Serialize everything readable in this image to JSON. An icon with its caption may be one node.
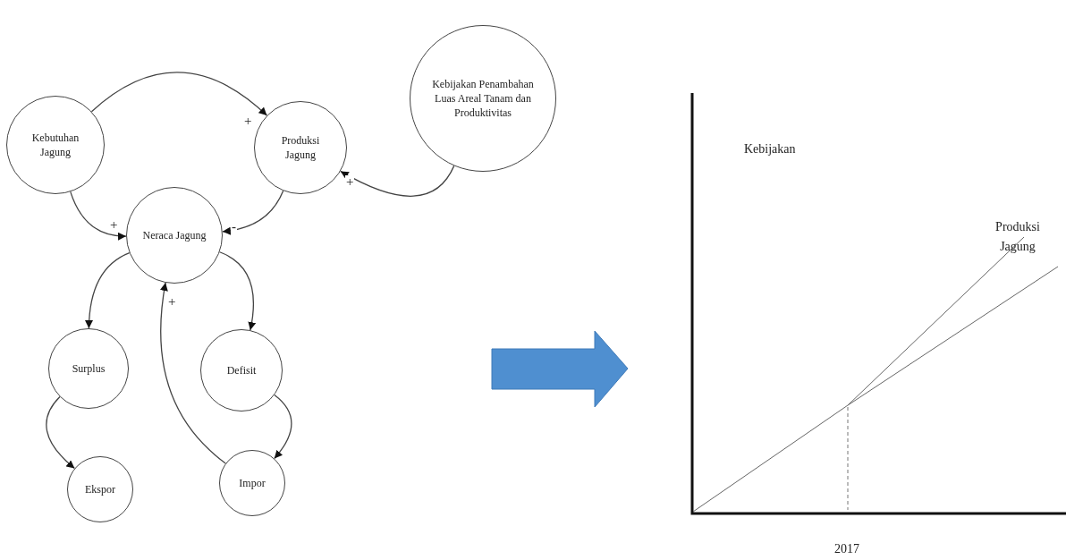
{
  "diagram": {
    "nodes": [
      {
        "text": [
          "Kebutuhan Jagung"
        ]
      },
      {
        "text": [
          "Produksi Jagung"
        ]
      },
      {
        "text": [
          "Kebijakan Penambahan Luas Areal Tanam dan Produktivitas"
        ]
      },
      {
        "text": [
          "Neraca Jagung"
        ]
      },
      {
        "text": [
          "Surplus"
        ]
      },
      {
        "text": [
          "Defisit"
        ]
      },
      {
        "text": [
          "Ekspor"
        ]
      },
      {
        "text": [
          "Impor"
        ]
      }
    ],
    "edges": [
      {
        "from": 0,
        "to": 1,
        "arrow": "to",
        "label": "+"
      },
      {
        "from": 0,
        "to": 3,
        "arrow": "to",
        "label": "+"
      },
      {
        "from": 1,
        "to": 3,
        "arrow": "to",
        "label": "-"
      },
      {
        "from": 2,
        "to": 1,
        "arrow": "to",
        "label": "+"
      },
      {
        "from": 3,
        "to": 4,
        "arrow": "to"
      },
      {
        "from": 3,
        "to": 5,
        "arrow": "to"
      },
      {
        "from": 4,
        "to": 6,
        "arrow": "to"
      },
      {
        "from": 5,
        "to": 7,
        "arrow": "to"
      },
      {
        "from": 7,
        "to": 3,
        "arrow": "to",
        "label": "+"
      }
    ],
    "labels": [
      "Kebijakan",
      "Produksi Jagung",
      "2017"
    ]
  }
}
